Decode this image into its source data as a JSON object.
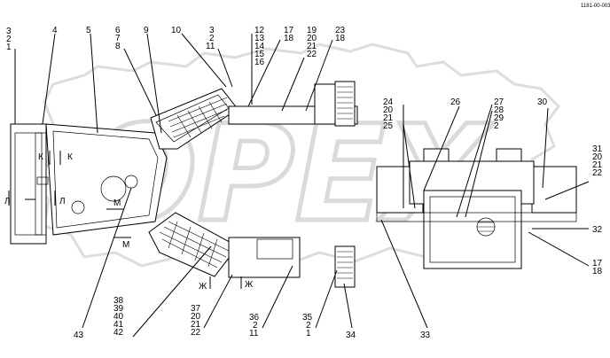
{
  "title_text": "1181-00-003",
  "watermark": {
    "text": "OPEX",
    "color": "#d9d9d9"
  },
  "callouts": {
    "c_3_2_1": [
      "3",
      "2",
      "1"
    ],
    "c_4": "4",
    "c_5": "5",
    "c_6_7_8": [
      "6",
      "7",
      "8"
    ],
    "c_9": "9",
    "c_10": "10",
    "c_3_2_11": [
      "3",
      "2",
      "11"
    ],
    "c_12_16": [
      "12",
      "13",
      "14",
      "15",
      "16"
    ],
    "c_17_18": [
      "17",
      "18"
    ],
    "c_19_22": [
      "19",
      "20",
      "21",
      "22"
    ],
    "c_23_18": [
      "23",
      "18"
    ],
    "c_24_25": [
      "24",
      "20",
      "21",
      "25"
    ],
    "c_26": "26",
    "c_27_2": [
      "27",
      "28",
      "29",
      "2"
    ],
    "c_30": "30",
    "c_31_22": [
      "31",
      "20",
      "21",
      "22"
    ],
    "c_32": "32",
    "c_17_18b": [
      "17",
      "18"
    ],
    "c_33": "33",
    "c_34": "34",
    "c_35_1": [
      "35",
      "2",
      "1"
    ],
    "c_36_11": [
      "36",
      "2",
      "11"
    ],
    "c_37_22": [
      "37",
      "20",
      "21",
      "22"
    ],
    "c_38_42": [
      "38",
      "39",
      "40",
      "41",
      "42"
    ],
    "c_43": "43"
  },
  "section_marks": {
    "k_left": "К",
    "k_right": "К",
    "l_left": "Л",
    "l_right": "Л",
    "m_top": "М",
    "m_bottom": "М",
    "zh_left": "Ж",
    "zh_right": "Ж"
  }
}
